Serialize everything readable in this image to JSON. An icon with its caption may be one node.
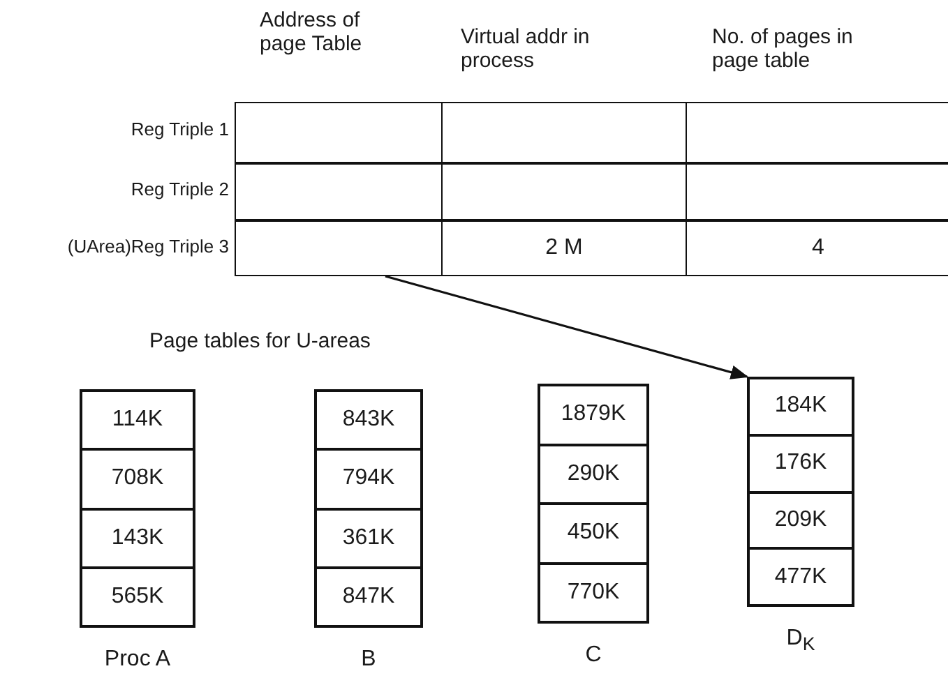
{
  "diagram": {
    "nodes": [
      {
        "text": [],
        "shape": "box"
      },
      {
        "text": [
          "114K",
          "708K",
          "143K",
          "565K"
        ],
        "beside": [
          "Proc A"
        ]
      },
      {
        "text": [
          "843K",
          "794K",
          "361K",
          "847K"
        ],
        "beside": [
          "B"
        ]
      },
      {
        "text": [
          "1879K",
          "290K",
          "450K",
          "770K"
        ],
        "beside": [
          "C"
        ]
      },
      {
        "text": [
          "184K",
          "176K",
          "209K",
          "477K"
        ],
        "beside": [
          "D$_{K}$"
        ]
      }
    ],
    "edges": [
      {
        "from": 0,
        "to": 4,
        "arrow": "to"
      }
    ],
    "labels": [
      "Address of page Table",
      "Virtual addr in process",
      "No. of pages in page table",
      "Reg Triple 1",
      "Reg Triple 2",
      "(UArea)Reg Triple 3",
      "2 M",
      "4",
      "Page tables for U-areas"
    ]
  }
}
